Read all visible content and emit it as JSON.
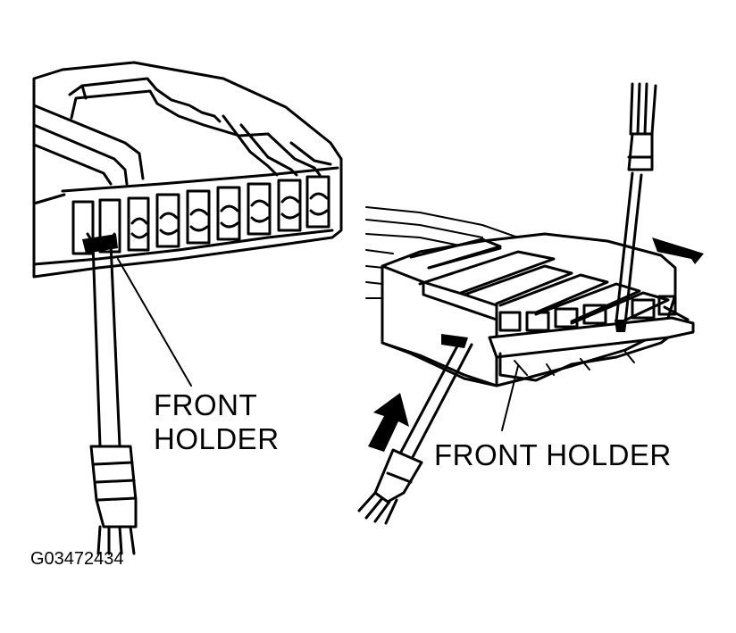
{
  "labels": {
    "left_line1": "FRONT",
    "left_line2": "HOLDER",
    "right": "FRONT HOLDER",
    "figure_code": "G03472434"
  },
  "colors": {
    "ink": "#000000",
    "paper": "#ffffff"
  }
}
